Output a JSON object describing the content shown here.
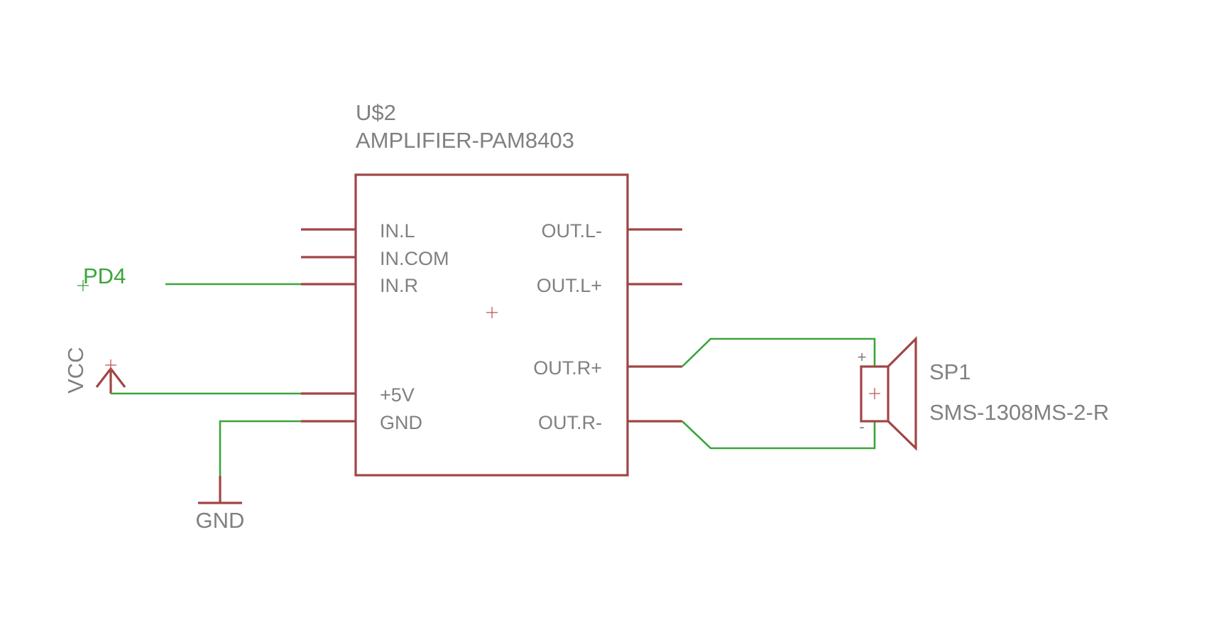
{
  "amplifier": {
    "designator": "U$2",
    "value": "AMPLIFIER-PAM8403",
    "pins_left": [
      "IN.L",
      "IN.COM",
      "IN.R",
      "+5V",
      "GND"
    ],
    "pins_right": [
      "OUT.L-",
      "OUT.L+",
      "OUT.R+",
      "OUT.R-"
    ]
  },
  "net_label": "PD4",
  "supply": {
    "label": "VCC"
  },
  "ground": {
    "label": "GND"
  },
  "speaker": {
    "designator": "SP1",
    "value": "SMS-1308MS-2-R",
    "plus": "+",
    "minus": "-"
  },
  "colors": {
    "part_outline": "#a04545",
    "wire": "#3aa53a",
    "text": "#808080",
    "net_label": "#3aa53a"
  }
}
